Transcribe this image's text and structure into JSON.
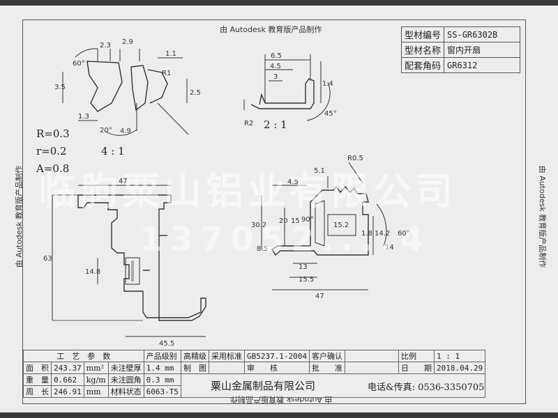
{
  "side_label": "由 Autodesk 教育版产品制作",
  "title_block": {
    "rows": [
      {
        "label": "型材编号",
        "value": "SS-GR6302B"
      },
      {
        "label": "型材名称",
        "value": "窗内开扇"
      },
      {
        "label": "配套角码",
        "value": "GR6312"
      }
    ]
  },
  "notes": {
    "r_big": "R=0.3",
    "r_small": "r=0.2",
    "a": "A=0.8"
  },
  "scales": {
    "detail1": "4 : 1",
    "detail2": "2 : 1"
  },
  "watermark": {
    "line1": "临朐粟山铝业有限公司",
    "line2": "137052....4"
  },
  "dims": {
    "d1": "2.3",
    "d2": "2.9",
    "d3": "1.1",
    "d4": "60°",
    "d5": "3.5",
    "d6": "R1",
    "d7": "2.5",
    "d8": "1.3",
    "d9": "20°",
    "d10": "4.9",
    "d11": "6.5",
    "d12": "4.5",
    "d13": "1.4",
    "d14": "3",
    "d15": "45°",
    "d16": "R2",
    "d17": "47",
    "d18": "63",
    "d19": "14.8",
    "d20": "45.5",
    "d21": "R0.5",
    "d22": "5.1",
    "d23": "4.5",
    "d24": "30.2",
    "d25": "20",
    "d26": "15",
    "d27": "90°",
    "d28": "15.2",
    "d29": "14.2",
    "d30": "60°",
    "d31": "8.5",
    "d32": "13",
    "d33": "15.5",
    "d34": "47",
    "d35": "14",
    "d36": "1.8"
  },
  "bottom_table": {
    "process_params": "工　艺　参　数",
    "product_grade_label": "产品级别",
    "product_grade_value": "高精级",
    "standard_label": "采用标准",
    "standard_value": "GB5237.1-2004",
    "customer_confirm": "客户确认",
    "scale_label": "比例",
    "scale_value": "1 : 1",
    "area_label": "面　积",
    "area_value": "243.37",
    "area_unit": "mm²",
    "wall_label": "未注壁厚",
    "wall_value": "1.4",
    "wall_unit": "mm",
    "drawn_label": "制　图",
    "review_label": "审　　核",
    "approve_label": "批　　准",
    "date_label": "日　　期",
    "date_value": "2018.04.29",
    "weight_label": "重　量",
    "weight_value": "0.662",
    "weight_unit": "kg/m",
    "radius_label": "未注圆角",
    "radius_value": "0.3",
    "radius_unit": "mm",
    "perimeter_label": "周　长",
    "perimeter_value": "246.91",
    "perimeter_unit": "mm",
    "material_label": "材料状态",
    "material_value": "6063-T5"
  },
  "company": "粟山金属制品有限公司",
  "phone": "电话&传真: 0536-3350705"
}
